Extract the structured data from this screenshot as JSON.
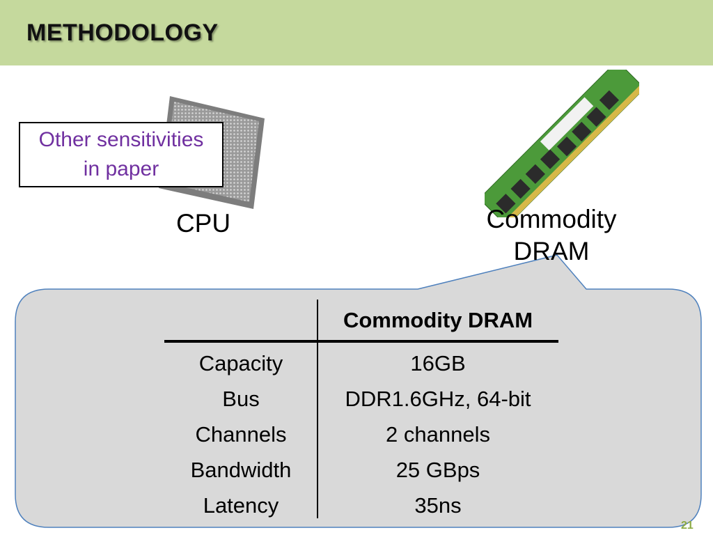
{
  "slide": {
    "title": "METHODOLOGY",
    "page_number": "21"
  },
  "callout": {
    "line1": "Other sensitivities",
    "line2": "in paper"
  },
  "labels": {
    "cpu": "CPU",
    "dram_line1": "Commodity",
    "dram_line2": "DRAM"
  },
  "table": {
    "header": "Commodity DRAM",
    "rows": [
      {
        "label": "Capacity",
        "value": "16GB"
      },
      {
        "label": "Bus",
        "value": "DDR1.6GHz, 64-bit"
      },
      {
        "label": "Channels",
        "value": "2 channels"
      },
      {
        "label": "Bandwidth",
        "value": "25 GBps"
      },
      {
        "label": "Latency",
        "value": "35ns"
      }
    ]
  },
  "colors": {
    "header_band": "#c5d99d",
    "callout_text": "#7030a0",
    "bubble_fill": "#d9d9d9",
    "bubble_stroke": "#4f81bd",
    "page_number": "#8dab44"
  }
}
